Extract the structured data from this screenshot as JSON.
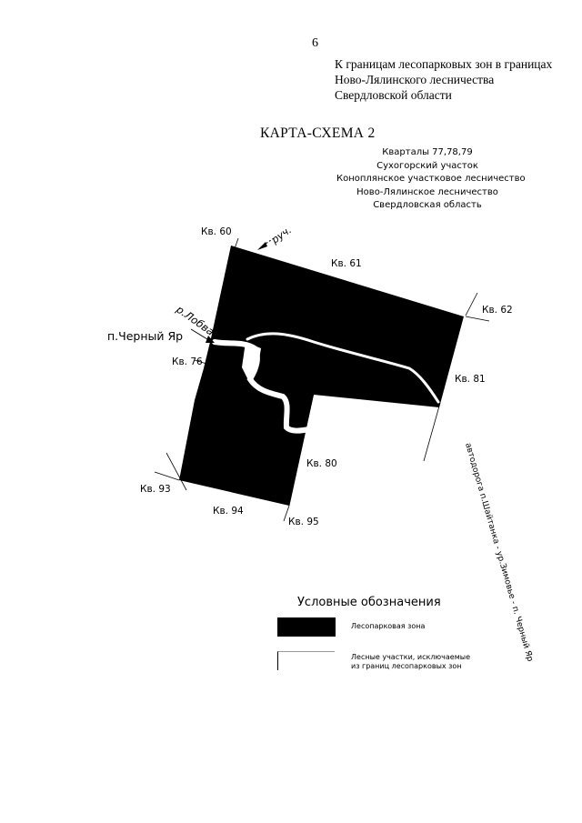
{
  "page_number": "6",
  "header": {
    "line1": "К границам лесопарковых зон в границах",
    "line2": "Ново-Лялинского лесничества",
    "line3": "Свердловской области"
  },
  "map_title": "КАРТА-СХЕМА 2",
  "info": {
    "quarters": "Кварталы 77,78,79",
    "section": "Сухогорский участок",
    "district": "Коноплянское участковое лесничество",
    "forestry": "Ново-Лялинское лесничество",
    "region": "Свердловская область"
  },
  "map_labels": {
    "kv60": "Кв. 60",
    "kv61": "Кв. 61",
    "kv62": "Кв. 62",
    "kv76": "Кв. 76",
    "kv80": "Кв. 80",
    "kv81": "Кв. 81",
    "kv93": "Кв. 93",
    "kv94": "Кв. 94",
    "kv95": "Кв. 95",
    "stream": "руч.",
    "river": "р.Лобва",
    "settlement": "п.Черный Яр",
    "road": "автодорога п.Шайтанка - ур.Зимовье - п. Черный Яр"
  },
  "legend": {
    "title": "Условные обозначения",
    "forest_park_zone": "Лесопарковая зона",
    "excluded_line1": "Лесные участки, исключаемые",
    "excluded_line2": "из границ лесопарковых зон"
  },
  "colors": {
    "zone_fill": "#000000",
    "excluded_fill": "#ffffff"
  }
}
